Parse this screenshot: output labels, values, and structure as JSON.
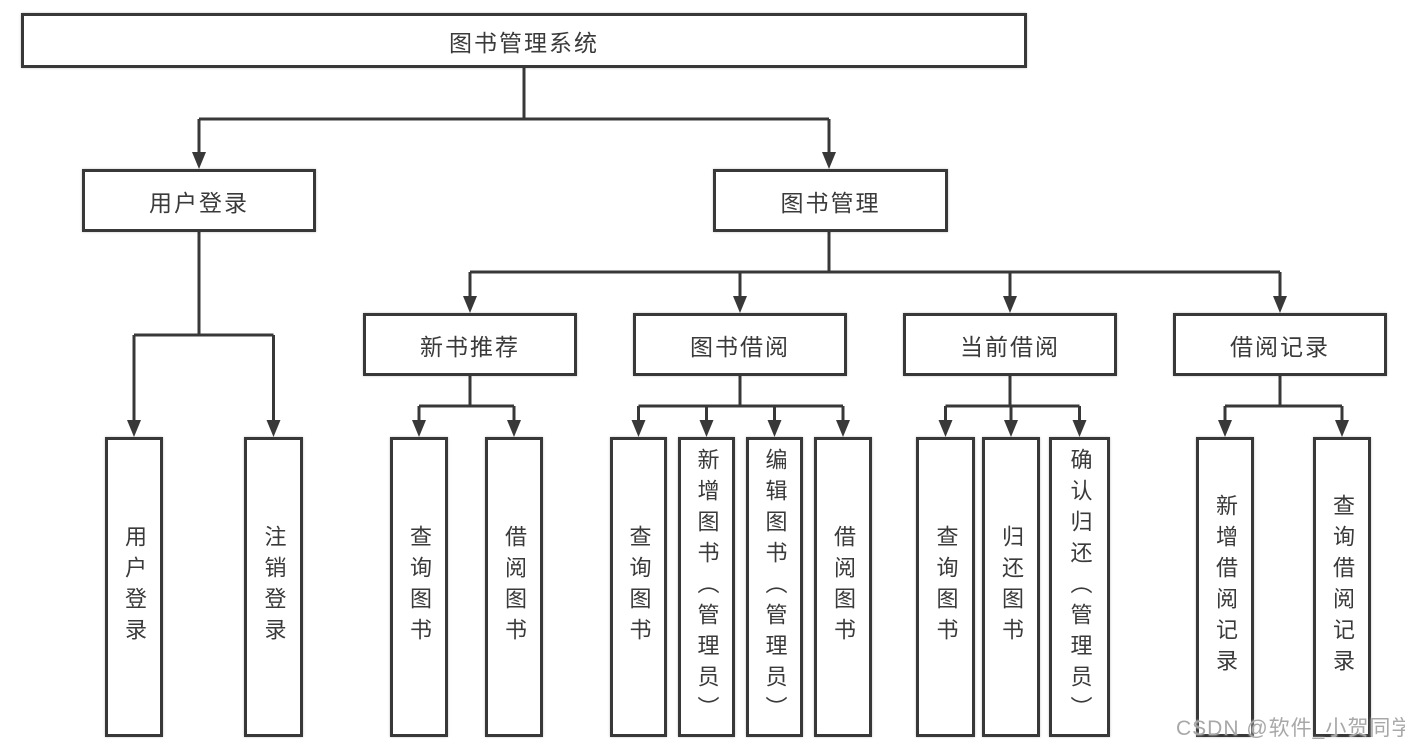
{
  "tree": {
    "label": "图书管理系统",
    "children": [
      {
        "label": "用户登录",
        "children": [
          {
            "label": "用户登录"
          },
          {
            "label": "注销登录"
          }
        ]
      },
      {
        "label": "图书管理",
        "children": [
          {
            "label": "新书推荐",
            "children": [
              {
                "label": "查询图书"
              },
              {
                "label": "借阅图书"
              }
            ]
          },
          {
            "label": "图书借阅",
            "children": [
              {
                "label": "查询图书"
              },
              {
                "label": "新增图书（管理员）"
              },
              {
                "label": "编辑图书（管理员）"
              },
              {
                "label": "借阅图书"
              }
            ]
          },
          {
            "label": "当前借阅",
            "children": [
              {
                "label": "查询图书"
              },
              {
                "label": "归还图书"
              },
              {
                "label": "确认归还（管理员）"
              }
            ]
          },
          {
            "label": "借阅记录",
            "children": [
              {
                "label": "新增借阅记录"
              },
              {
                "label": "查询借阅记录"
              }
            ]
          }
        ]
      }
    ]
  },
  "watermark": "CSDN @软件_小贺同学",
  "colors": {
    "line": "#383838",
    "text": "#3a3a3a",
    "watermark": "#a8a8a8"
  }
}
